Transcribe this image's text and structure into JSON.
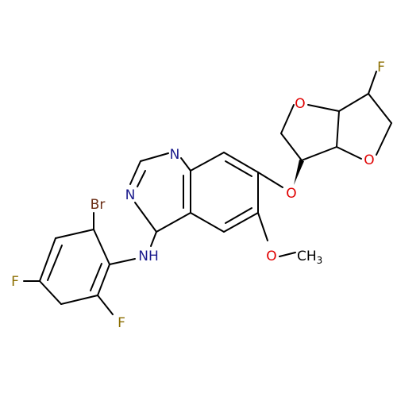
{
  "atoms": {
    "f_top": "F",
    "o_thf_upper": "O",
    "o_thf_lower": "O",
    "o_ether": "O",
    "o_methoxy": "O",
    "ch3": "CH",
    "ch3_sub": "3",
    "n1": "N",
    "n3": "N",
    "nh": "NH",
    "br": "Br",
    "f_para": "F",
    "f_ortho": "F"
  },
  "colors": {
    "bond": "#000000",
    "oxygen": "#e00000",
    "nitrogen": "#1a1a8c",
    "fluorine": "#8c6e00",
    "bromine": "#6a2d14",
    "carbon": "#000000"
  }
}
